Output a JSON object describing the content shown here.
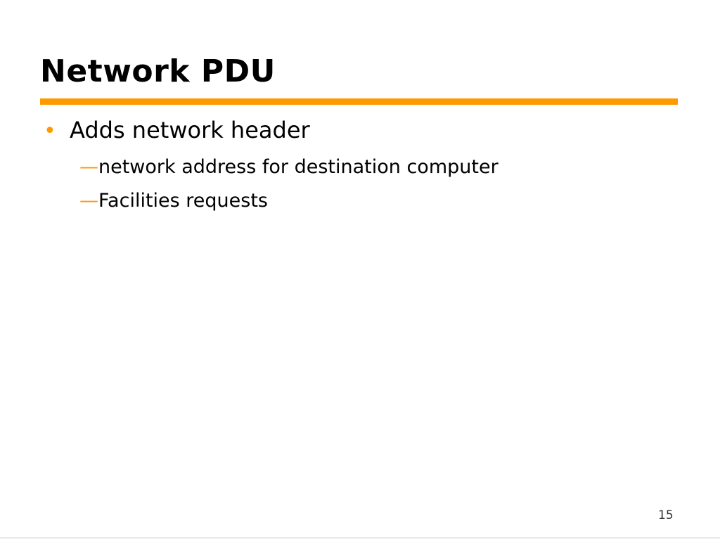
{
  "slide": {
    "title": "Network PDU",
    "bullets": [
      {
        "marker": "•",
        "text": "Adds network header",
        "sub_bullets": [
          {
            "marker": "—",
            "text": "network address for destination computer"
          },
          {
            "marker": "—",
            "text": "Facilities requests"
          }
        ]
      }
    ],
    "page_number": "15"
  },
  "colors": {
    "accent": "#ff9900",
    "text": "#000000",
    "background": "#ffffff"
  }
}
